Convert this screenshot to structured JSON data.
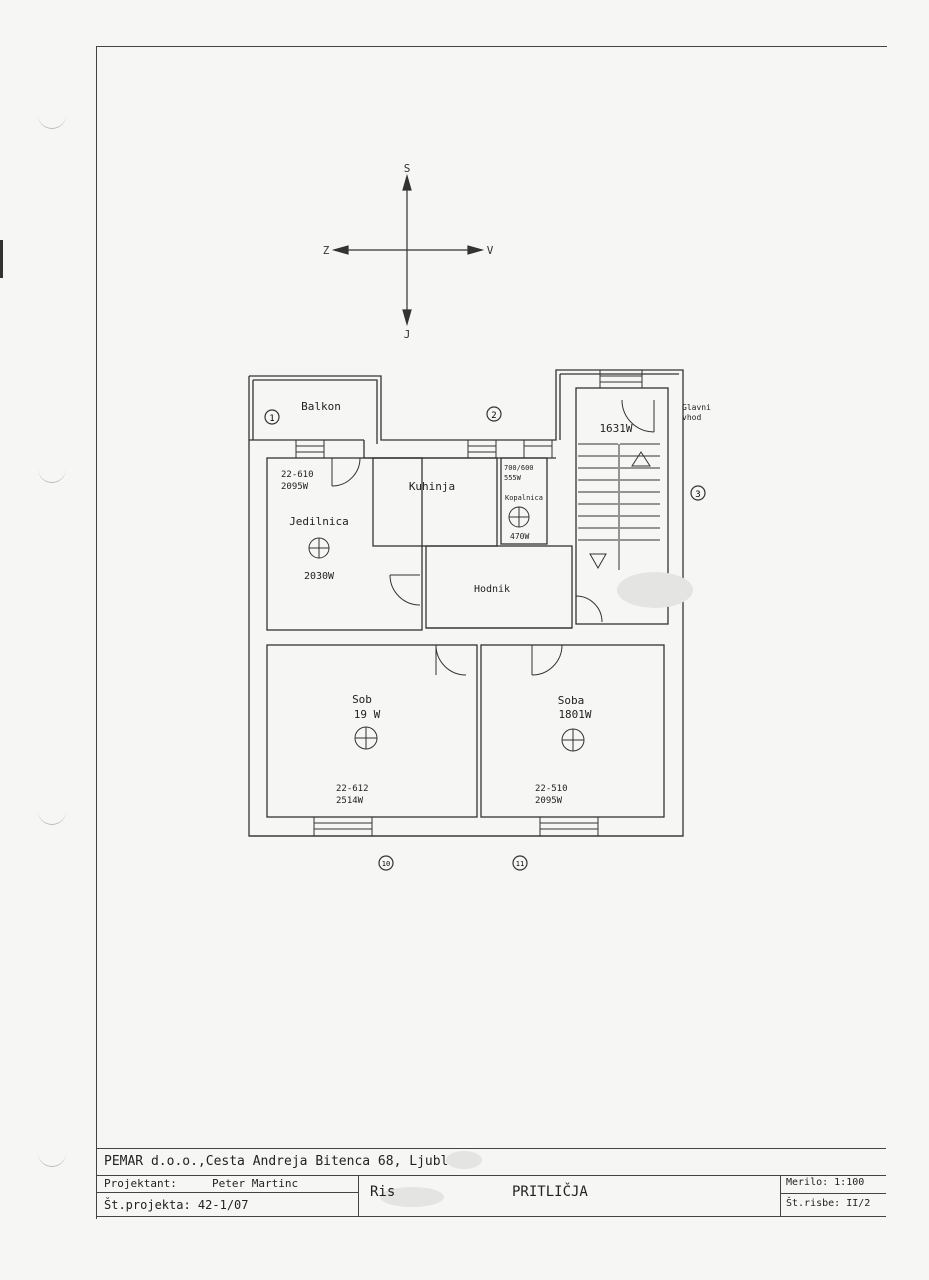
{
  "compass": {
    "north": "S",
    "south": "J",
    "west": "Z",
    "east": "V"
  },
  "rooms": {
    "balkon": "Balkon",
    "kuhinja": "Kuhinja",
    "jedilnica": "Jedilnica",
    "jedilnica_power": "2030W",
    "hodnik": "Hodnik",
    "stairs_power": "1631W",
    "kopalnica": "Kopalnica",
    "kopalnica_power": "470W",
    "kopalnica_rad": "700/600",
    "kopalnica_rad_power": "555W",
    "soba_left": "Sob",
    "soba_left_power": "19  W",
    "soba_right": "Soba",
    "soba_right_power": "1801W",
    "glavni_vhod_1": "Glavni",
    "glavni_vhod_2": "vhod"
  },
  "radiators": {
    "r1_type": "22-610",
    "r1_power": "2095W",
    "r2_type": "22-612",
    "r2_power": "2514W",
    "r3_type": "22-510",
    "r3_power": "2095W"
  },
  "markers": {
    "m1": "1",
    "m2": "2",
    "m3": "3",
    "m10": "10",
    "m11": "11"
  },
  "title_block": {
    "company": "PEMAR d.o.o.,Cesta Andreja Bitenca 68, Ljubl",
    "projektant_label": "Projektant:",
    "projektant_name": "Peter Martinc",
    "st_projekta": "Št.projekta: 42-1/07",
    "drawing_title_left": "Ris",
    "drawing_title_right": "PRITLIČJA",
    "merilo": "Merilo: 1:100",
    "st_risbe": "Št.risbe: II/2"
  }
}
